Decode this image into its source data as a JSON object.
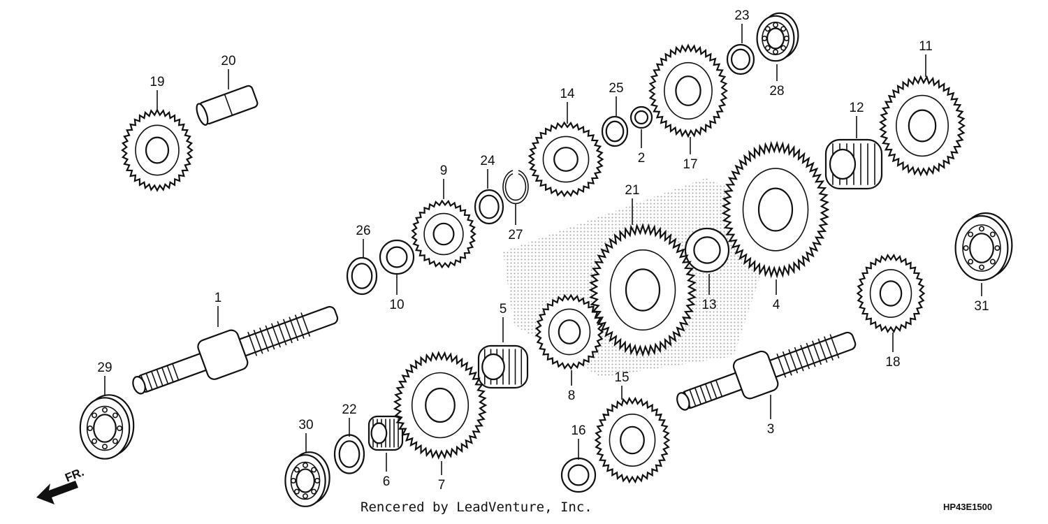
{
  "footer": {
    "credit": "Rencered by LeadVenture, Inc.",
    "diagram_code": "HP43E1500"
  },
  "direction_label": "FR.",
  "parts": [
    {
      "id": "1",
      "label": "1",
      "kind": "shaft"
    },
    {
      "id": "2",
      "label": "2",
      "kind": "collar"
    },
    {
      "id": "3",
      "label": "3",
      "kind": "shaft"
    },
    {
      "id": "4",
      "label": "4",
      "kind": "gear"
    },
    {
      "id": "5",
      "label": "5",
      "kind": "needle-bearing"
    },
    {
      "id": "6",
      "label": "6",
      "kind": "needle-bearing"
    },
    {
      "id": "7",
      "label": "7",
      "kind": "gear"
    },
    {
      "id": "8",
      "label": "8",
      "kind": "gear"
    },
    {
      "id": "9",
      "label": "9",
      "kind": "gear"
    },
    {
      "id": "10",
      "label": "10",
      "kind": "collar"
    },
    {
      "id": "11",
      "label": "11",
      "kind": "gear"
    },
    {
      "id": "12",
      "label": "12",
      "kind": "needle-bearing"
    },
    {
      "id": "13",
      "label": "13",
      "kind": "collar"
    },
    {
      "id": "14",
      "label": "14",
      "kind": "gear"
    },
    {
      "id": "15",
      "label": "15",
      "kind": "gear"
    },
    {
      "id": "16",
      "label": "16",
      "kind": "collar"
    },
    {
      "id": "17",
      "label": "17",
      "kind": "gear"
    },
    {
      "id": "18",
      "label": "18",
      "kind": "gear"
    },
    {
      "id": "19",
      "label": "19",
      "kind": "gear"
    },
    {
      "id": "20",
      "label": "20",
      "kind": "pin"
    },
    {
      "id": "21",
      "label": "21",
      "kind": "gear"
    },
    {
      "id": "22",
      "label": "22",
      "kind": "washer"
    },
    {
      "id": "23",
      "label": "23",
      "kind": "washer"
    },
    {
      "id": "24",
      "label": "24",
      "kind": "washer"
    },
    {
      "id": "25",
      "label": "25",
      "kind": "washer"
    },
    {
      "id": "26",
      "label": "26",
      "kind": "washer"
    },
    {
      "id": "27",
      "label": "27",
      "kind": "snap-ring"
    },
    {
      "id": "28",
      "label": "28",
      "kind": "ball-bearing"
    },
    {
      "id": "29",
      "label": "29",
      "kind": "ball-bearing"
    },
    {
      "id": "30",
      "label": "30",
      "kind": "ball-bearing"
    },
    {
      "id": "31",
      "label": "31",
      "kind": "ball-bearing"
    }
  ]
}
